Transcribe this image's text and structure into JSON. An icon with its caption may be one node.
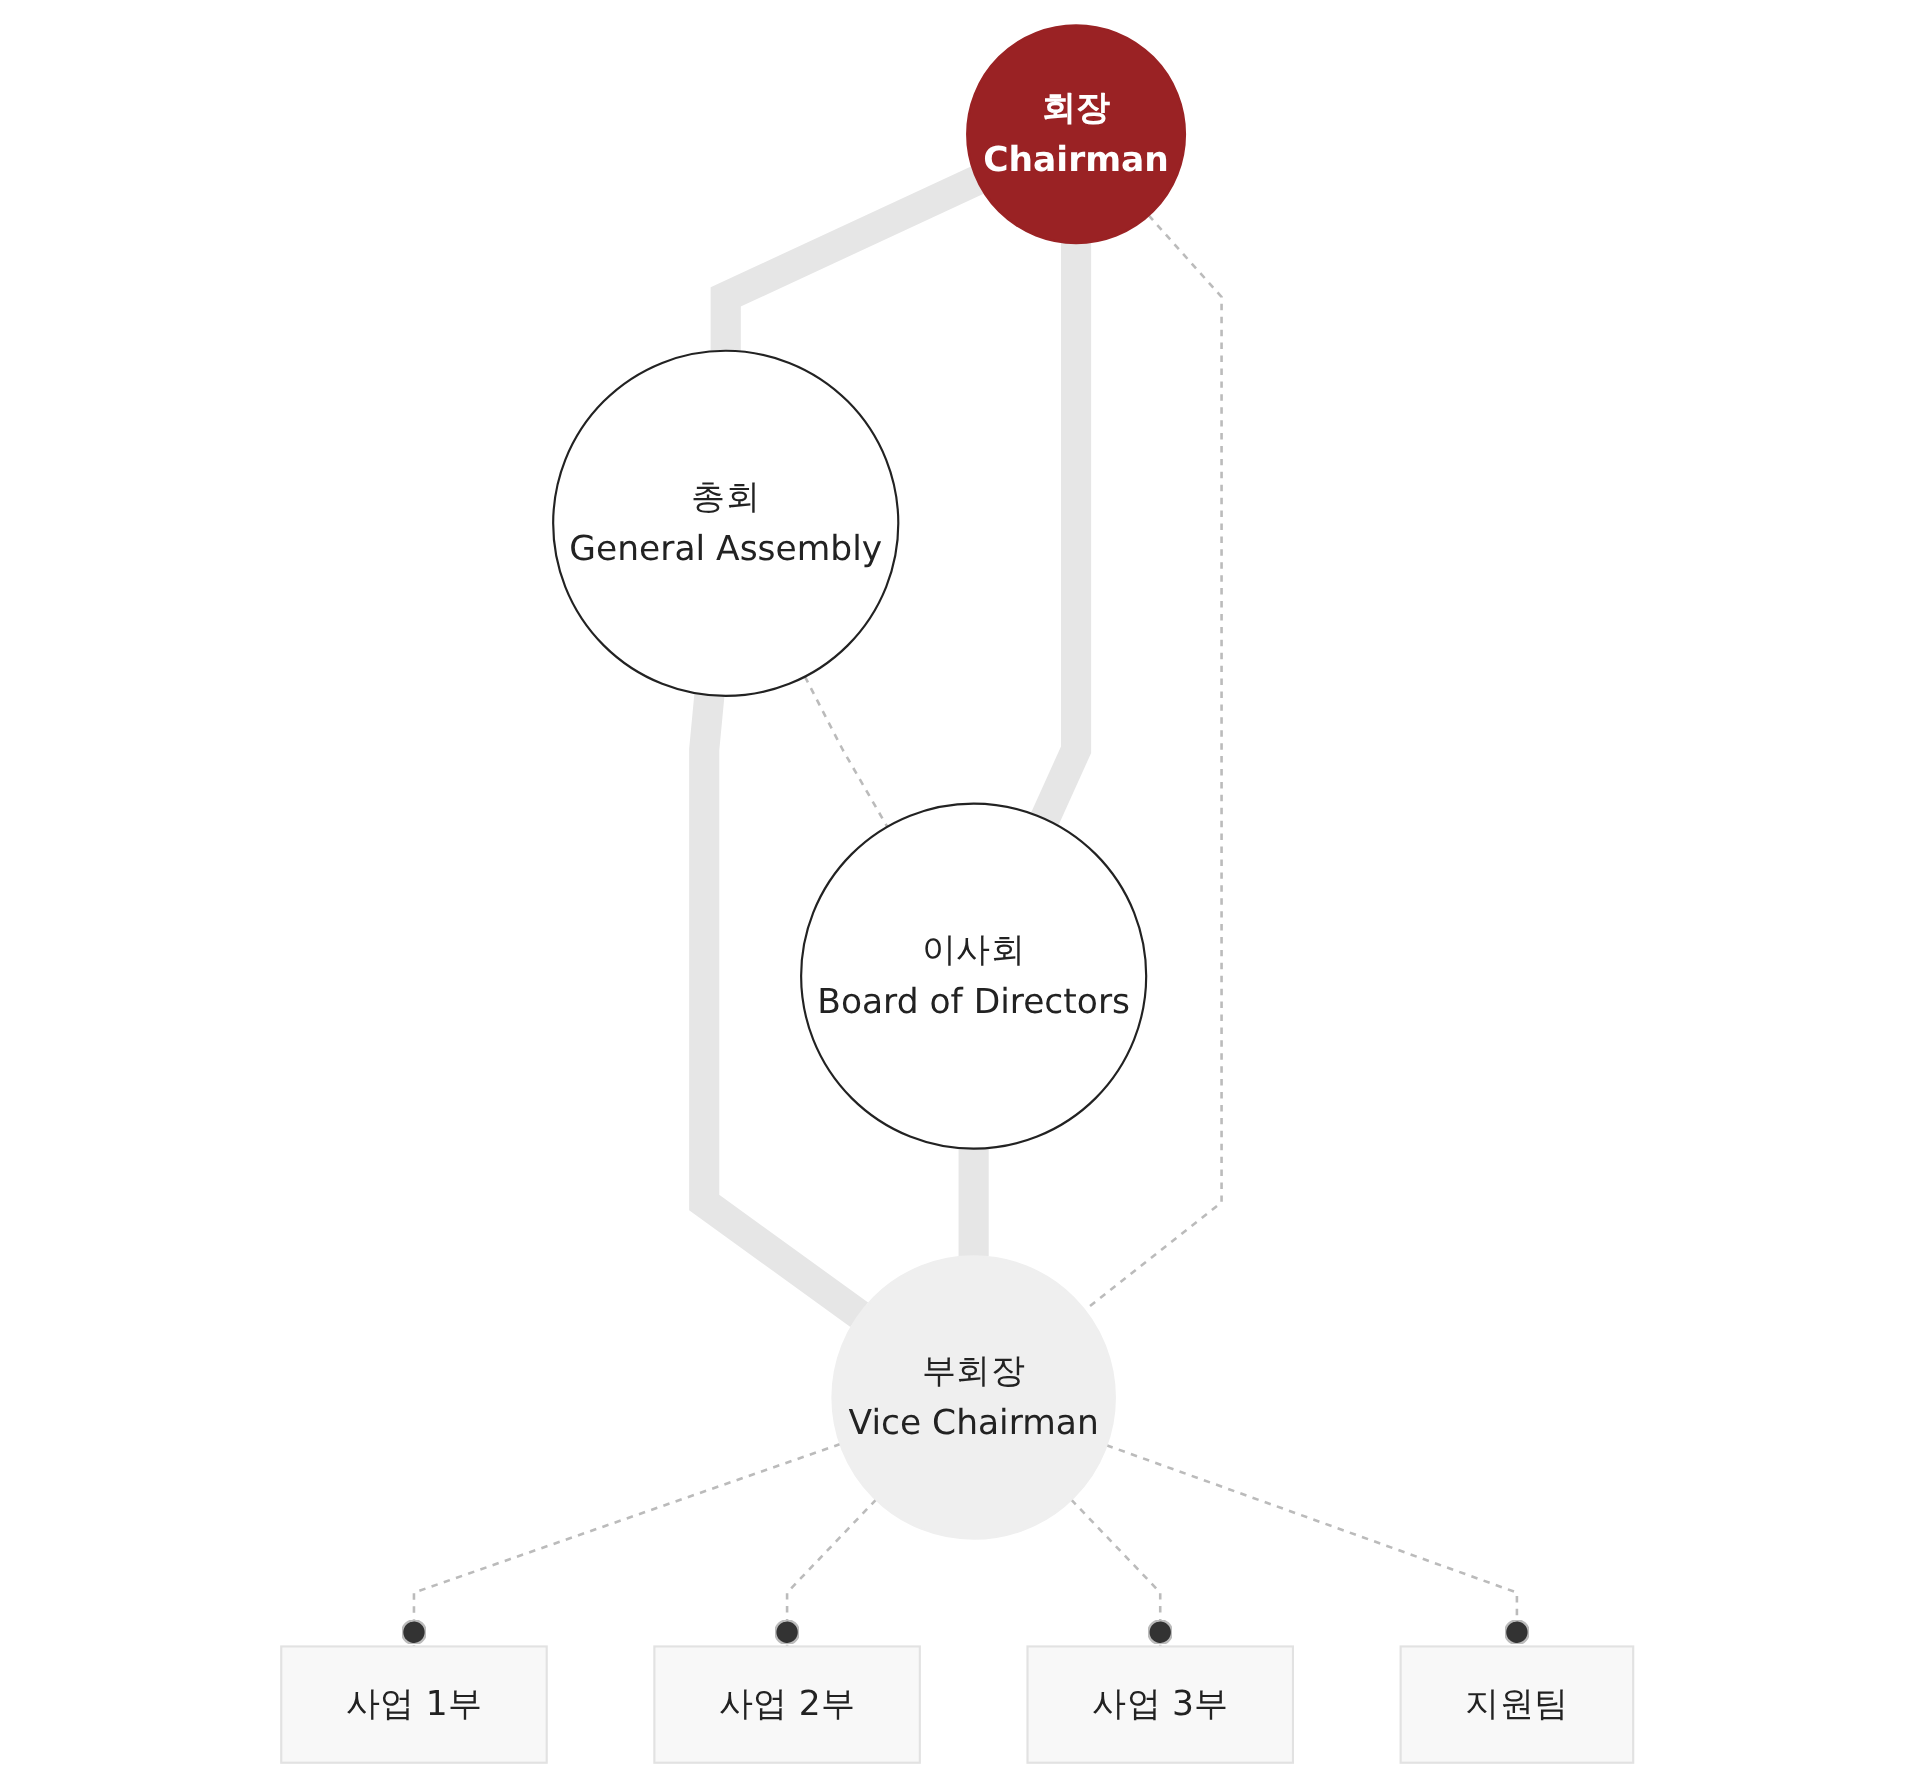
{
  "diagram": {
    "nodes": [
      {
        "text": [
          "회장",
          "Chairman"
        ]
      },
      {
        "text": [
          "총회",
          "General Assembly"
        ]
      },
      {
        "text": [
          "이사회",
          "Board of Directors"
        ]
      },
      {
        "text": [
          "부회장",
          "Vice Chairman"
        ]
      },
      {
        "text": [
          "사업 1부"
        ]
      },
      {
        "text": [
          "사업 2부"
        ]
      },
      {
        "text": [
          "사업 3부"
        ]
      },
      {
        "text": [
          "지원팀"
        ]
      }
    ],
    "edges": [
      {
        "from": 0,
        "to": 1,
        "arrow": "none",
        "style": "thick",
        "color": "#e6e6e6"
      },
      {
        "from": 0,
        "to": 2,
        "arrow": "none",
        "style": "thick",
        "color": "#e6e6e6"
      },
      {
        "from": 1,
        "to": 3,
        "arrow": "none",
        "style": "thick",
        "color": "#e6e6e6"
      },
      {
        "from": 2,
        "to": 3,
        "arrow": "none",
        "style": "thick",
        "color": "#e6e6e6"
      },
      {
        "from": 0,
        "to": 3,
        "arrow": "none",
        "style": "dashed"
      },
      {
        "from": 1,
        "to": 2,
        "arrow": "none",
        "style": "dashed"
      },
      {
        "from": 3,
        "to": 4,
        "arrow": "other",
        "style": "dashed"
      },
      {
        "from": 3,
        "to": 5,
        "arrow": "other",
        "style": "dashed"
      },
      {
        "from": 3,
        "to": 6,
        "arrow": "other",
        "style": "dashed"
      },
      {
        "from": 3,
        "to": 7,
        "arrow": "other",
        "style": "dashed"
      }
    ]
  }
}
